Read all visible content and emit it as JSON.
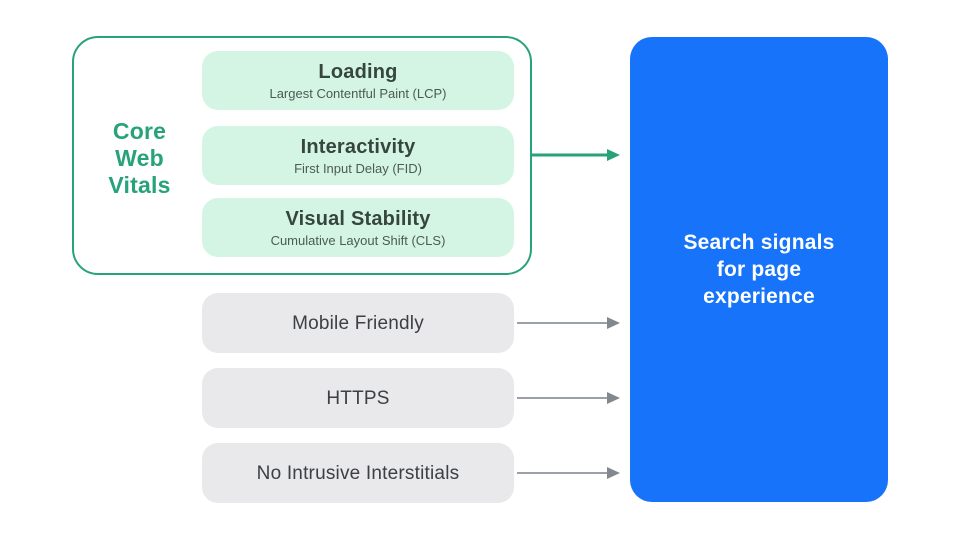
{
  "colors": {
    "green": "#27a27a",
    "mint": "#d5f5e4",
    "blue": "#1673fa",
    "gray-fill": "#e9e9eb",
    "gray-line": "#9aa0a6",
    "gray-head": "#82888e",
    "ink": "#3c4043",
    "heading-ink": "#36463f",
    "subtitle-ink": "#4b5b52"
  },
  "core_web_vitals": {
    "label": "Core\nWeb\nVitals",
    "items": [
      {
        "title": "Loading",
        "subtitle": "Largest Contentful Paint (LCP)"
      },
      {
        "title": "Interactivity",
        "subtitle": "First Input Delay (FID)"
      },
      {
        "title": "Visual Stability",
        "subtitle": "Cumulative Layout Shift (CLS)"
      }
    ]
  },
  "other_signals": [
    {
      "label": "Mobile Friendly"
    },
    {
      "label": "HTTPS"
    },
    {
      "label": "No Intrusive Interstitials"
    }
  ],
  "result": {
    "label": "Search signals\nfor page\nexperience"
  }
}
